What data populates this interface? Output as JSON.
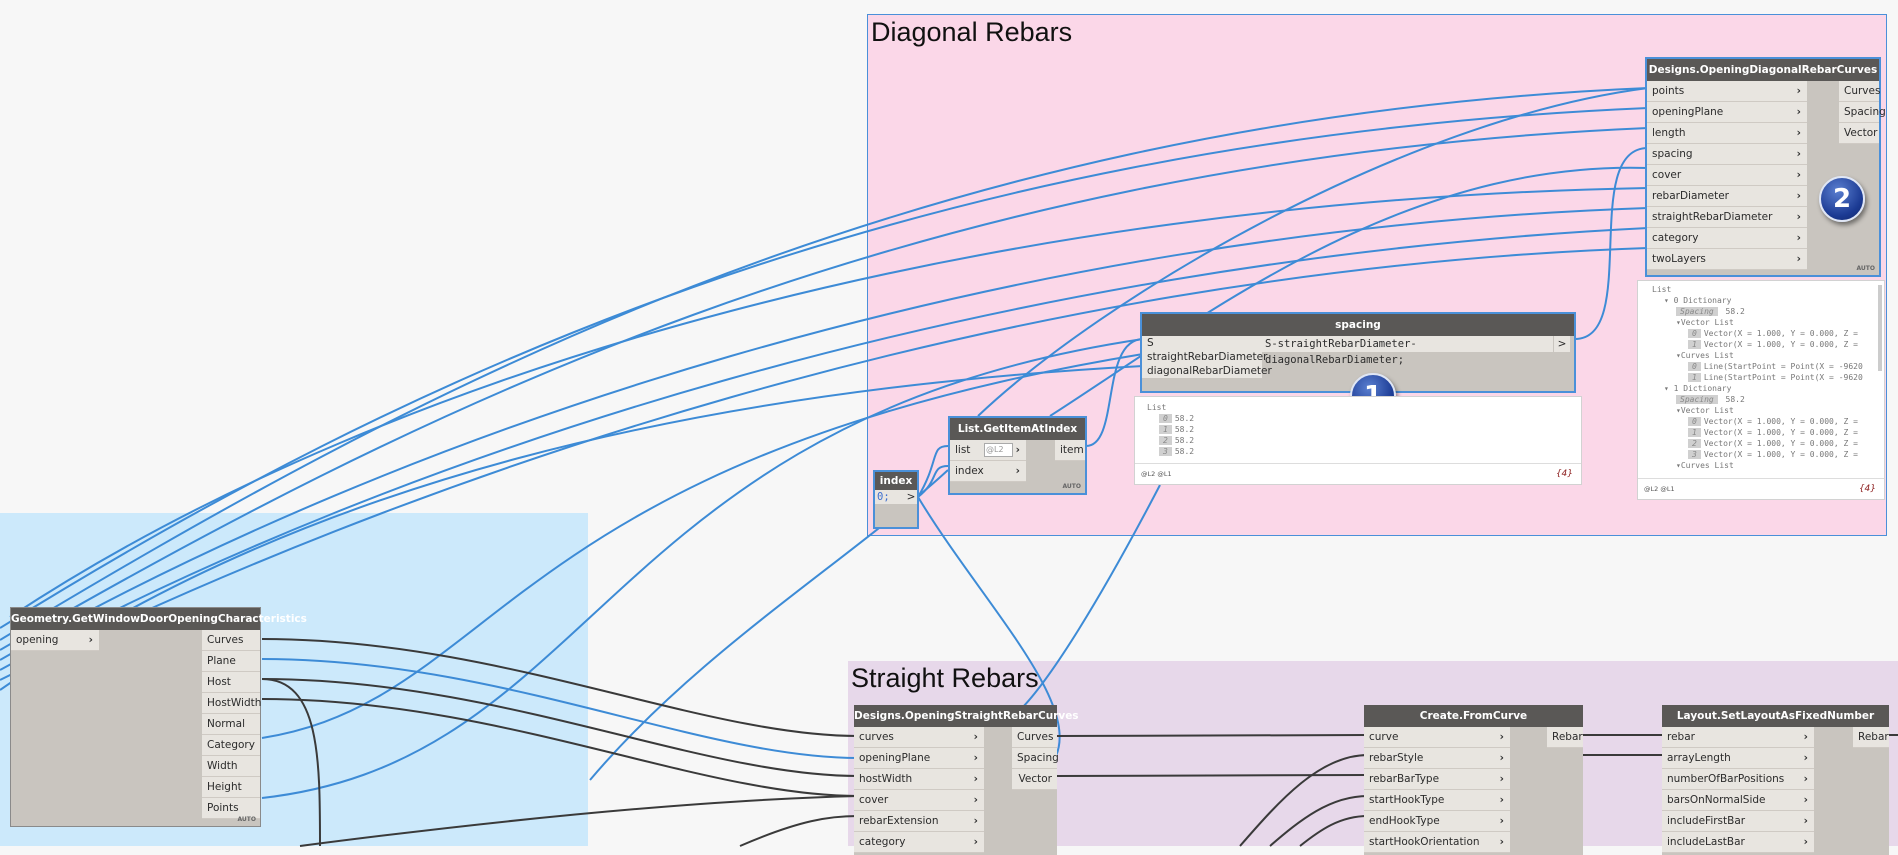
{
  "groups": {
    "diagonal": {
      "title": "Diagonal Rebars",
      "color": "#fbd7e8"
    },
    "straight": {
      "title": "Straight Rebars",
      "color": "#e7d8ea"
    },
    "inputs": {
      "title": "",
      "color": "#cce9fb"
    }
  },
  "nodes": {
    "diagonal_curves": {
      "title": "Designs.OpeningDiagonalRebarCurves",
      "inputs": [
        "points",
        "openingPlane",
        "length",
        "spacing",
        "cover",
        "rebarDiameter",
        "straightRebarDiameter",
        "category",
        "twoLayers"
      ],
      "outputs": [
        "Curves",
        "Spacing",
        "Vector"
      ],
      "lacing": "AUTO",
      "badge": "2"
    },
    "spacing": {
      "title": "spacing",
      "inputs": [
        "S",
        "straightRebarDiameter",
        "diagonalRebarDiameter"
      ],
      "code": "S-straightRebarDiameter-diagonalRebarDiameter;",
      "output": ">",
      "badge": "1"
    },
    "get_item": {
      "title": "List.GetItemAtIndex",
      "inputs": [
        "list",
        "index"
      ],
      "list_level": "@L2",
      "outputs": [
        "item"
      ],
      "lacing": "AUTO"
    },
    "index": {
      "title": "index",
      "code": "0;",
      "output": ">"
    },
    "opening_chars": {
      "title": "Geometry.GetWindowDoorOpeningCharacteristics",
      "inputs": [
        "opening"
      ],
      "outputs": [
        "Curves",
        "Plane",
        "Host",
        "HostWidth",
        "Normal",
        "Category",
        "Width",
        "Height",
        "Points"
      ],
      "lacing": "AUTO"
    },
    "straight_curves": {
      "title": "Designs.OpeningStraightRebarCurves",
      "inputs": [
        "curves",
        "openingPlane",
        "hostWidth",
        "cover",
        "rebarExtension",
        "category"
      ],
      "outputs": [
        "Curves",
        "Spacing",
        "Vector"
      ]
    },
    "create_from_curve": {
      "title": "Create.FromCurve",
      "inputs": [
        "curve",
        "rebarStyle",
        "rebarBarType",
        "startHookType",
        "endHookType",
        "startHookOrientation"
      ],
      "outputs": [
        "Rebar"
      ]
    },
    "layout_fixed": {
      "title": "Layout.SetLayoutAsFixedNumber",
      "inputs": [
        "rebar",
        "arrayLength",
        "numberOfBarPositions",
        "barsOnNormalSide",
        "includeFirstBar",
        "includeLastBar"
      ],
      "outputs": [
        "Rebar"
      ]
    }
  },
  "previews": {
    "spacing": {
      "root": "List",
      "items": [
        {
          "i": "0",
          "v": "58.2"
        },
        {
          "i": "1",
          "v": "58.2"
        },
        {
          "i": "2",
          "v": "58.2"
        },
        {
          "i": "3",
          "v": "58.2"
        }
      ],
      "levels": "@L2 @L1",
      "count": "{4}"
    },
    "diagonal": {
      "lines": [
        {
          "t": "List",
          "indent": 0
        },
        {
          "t": "▾ 0  Dictionary",
          "indent": 1
        },
        {
          "t": "Spacing",
          "v": "58.2",
          "indent": 2,
          "key": true
        },
        {
          "t": "▾Vector List",
          "indent": 2
        },
        {
          "i": "0",
          "t": "Vector(X = 1.000, Y = 0.000, Z =",
          "indent": 3
        },
        {
          "i": "1",
          "t": "Vector(X = 1.000, Y = 0.000, Z =",
          "indent": 3
        },
        {
          "t": "▾Curves List",
          "indent": 2
        },
        {
          "i": "0",
          "t": "Line(StartPoint = Point(X = -9620",
          "indent": 3
        },
        {
          "i": "1",
          "t": "Line(StartPoint = Point(X = -9620",
          "indent": 3
        },
        {
          "t": "▾ 1  Dictionary",
          "indent": 1
        },
        {
          "t": "Spacing",
          "v": "58.2",
          "indent": 2,
          "key": true
        },
        {
          "t": "▾Vector List",
          "indent": 2
        },
        {
          "i": "0",
          "t": "Vector(X = 1.000, Y = 0.000, Z =",
          "indent": 3
        },
        {
          "i": "1",
          "t": "Vector(X = 1.000, Y = 0.000, Z =",
          "indent": 3
        },
        {
          "i": "2",
          "t": "Vector(X = 1.000, Y = 0.000, Z =",
          "indent": 3
        },
        {
          "i": "3",
          "t": "Vector(X = 1.000, Y = 0.000, Z =",
          "indent": 3
        },
        {
          "t": "▾Curves List",
          "indent": 2
        }
      ],
      "levels": "@L2 @L1",
      "count": "{4}"
    }
  },
  "colors": {
    "wire_selected": "#3d8bd6",
    "wire_default": "#3a3a3a",
    "node_header": "#5a5856"
  }
}
